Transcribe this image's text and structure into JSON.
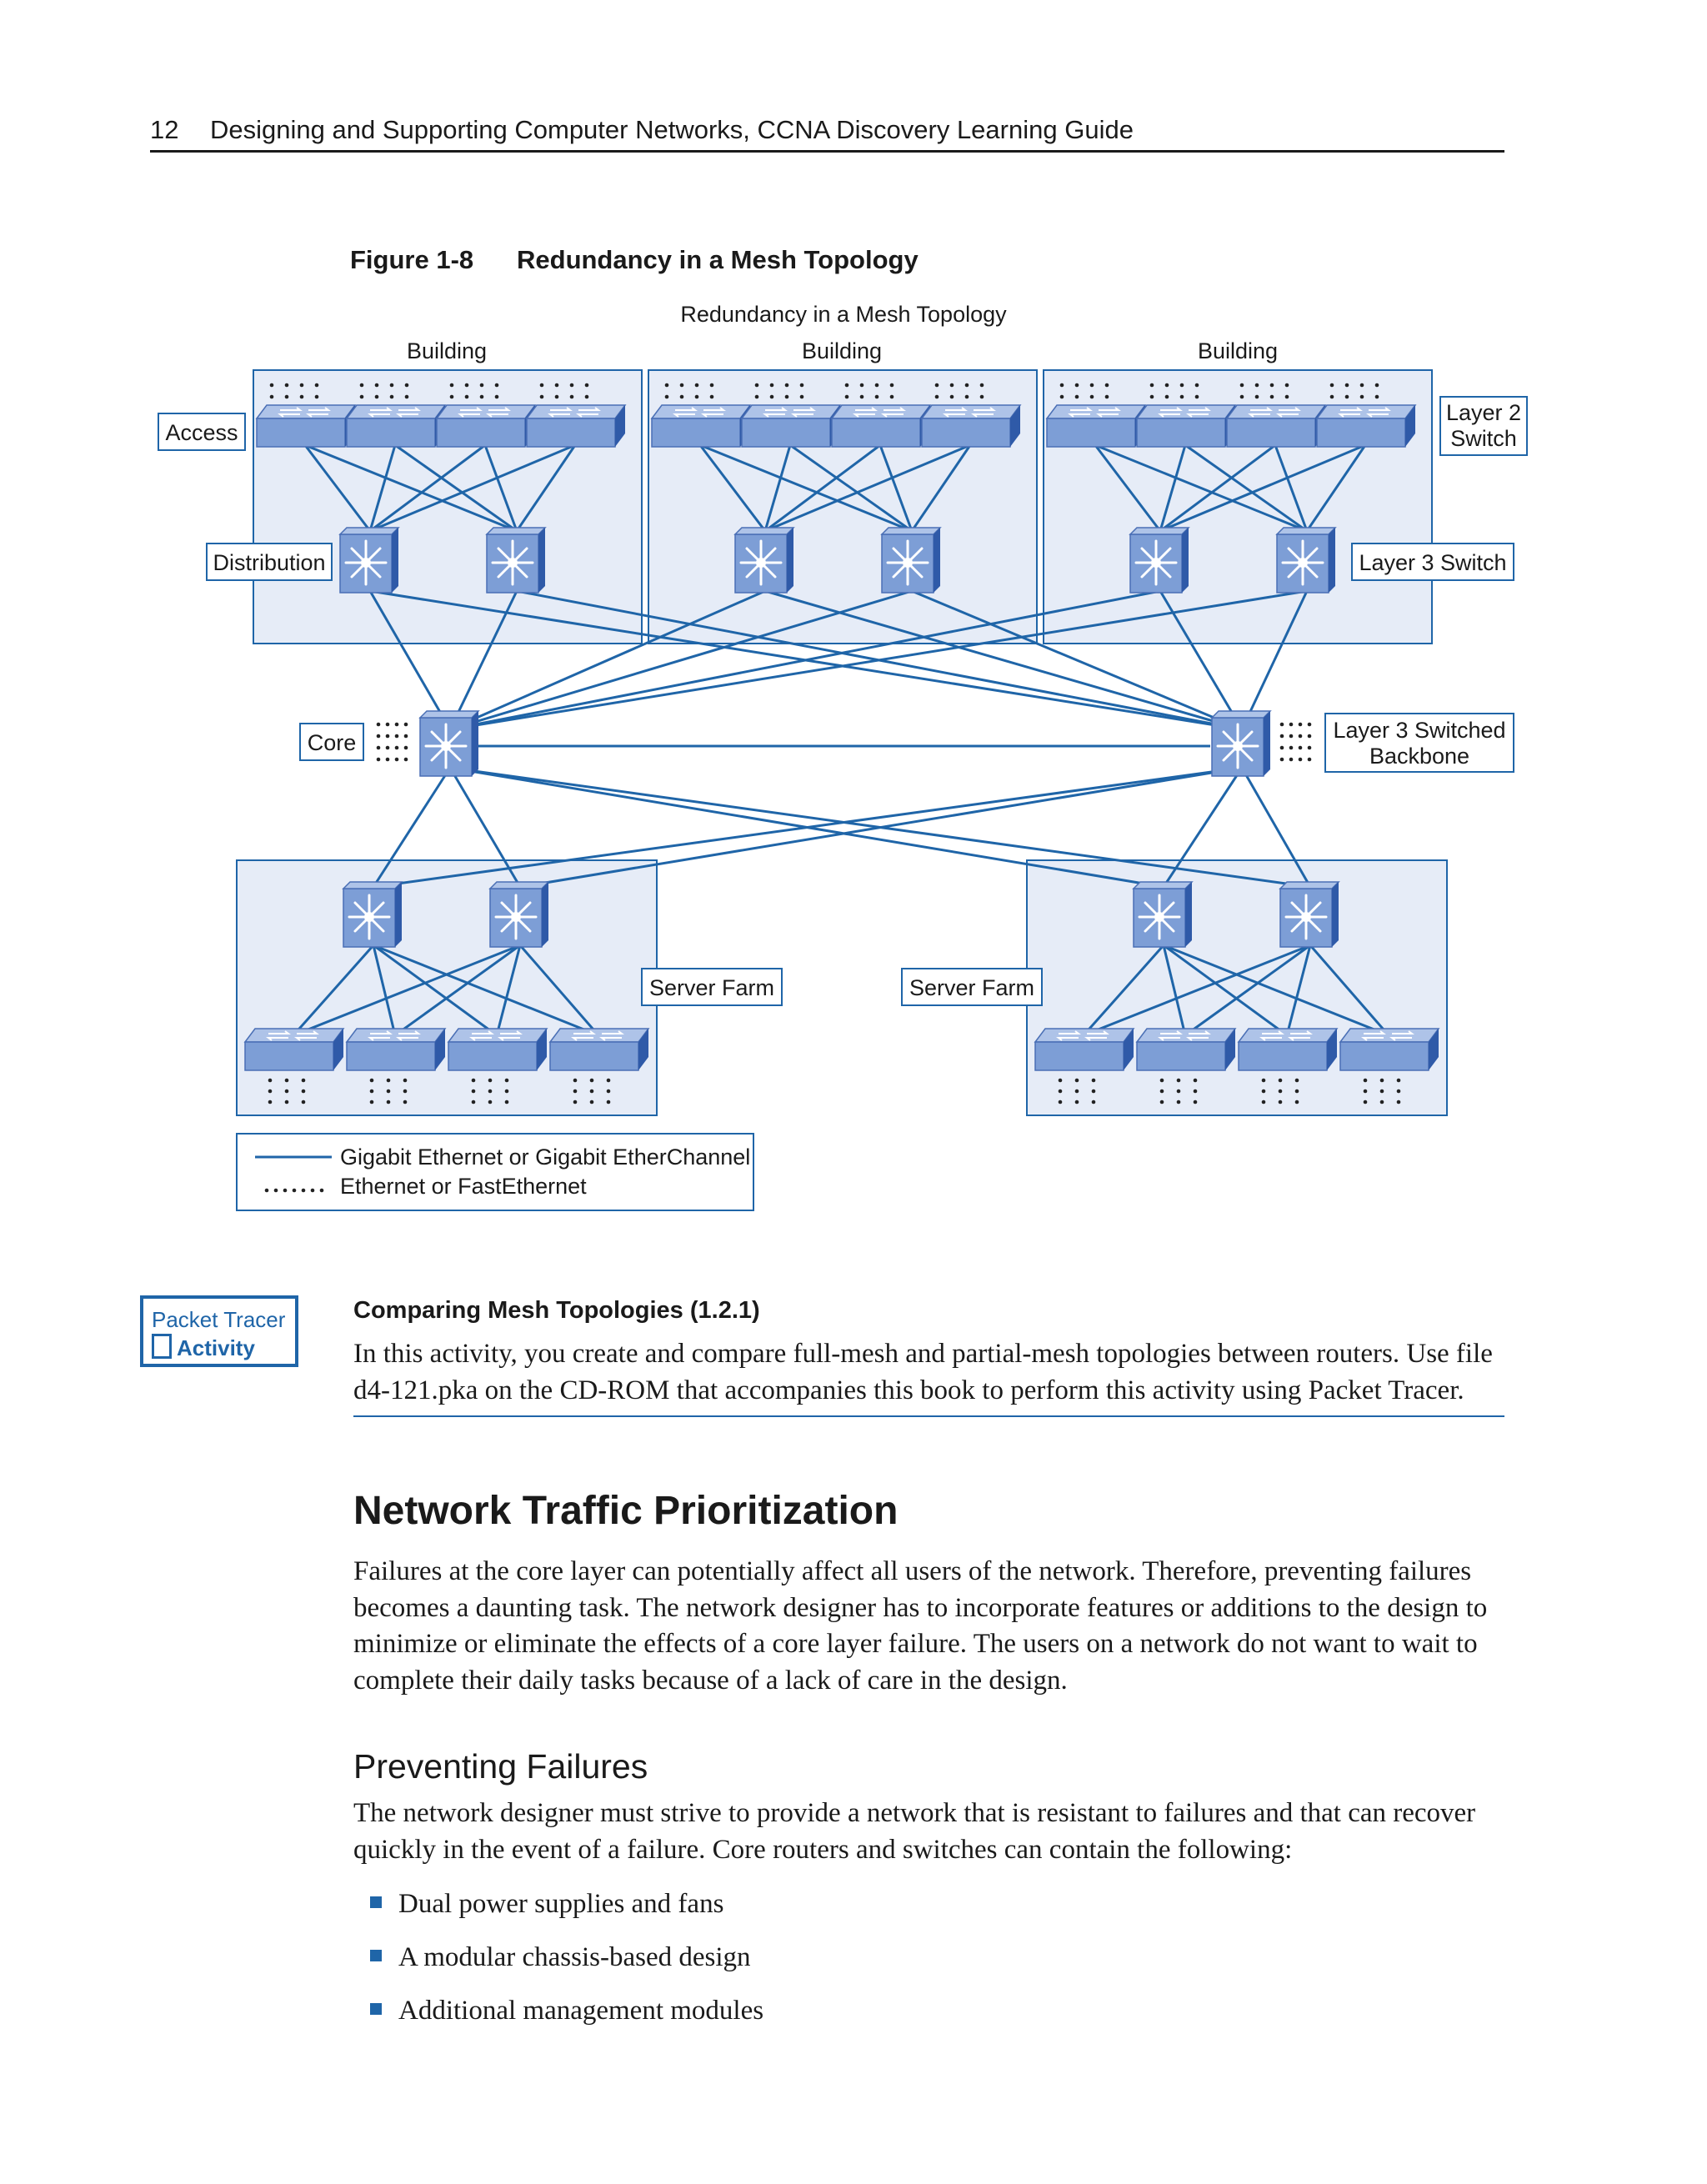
{
  "header": {
    "page_number": "12",
    "book_title": "Designing and Supporting Computer Networks, CCNA Discovery Learning Guide"
  },
  "figure": {
    "number": "Figure 1-8",
    "caption": "Redundancy in a Mesh Topology",
    "diagram_title": "Redundancy in a Mesh Topology",
    "building_labels": [
      "Building",
      "Building",
      "Building"
    ],
    "labels": {
      "access": "Access",
      "distribution": "Distribution",
      "core": "Core",
      "layer2_switch": "Layer 2 Switch",
      "layer3_switch": "Layer 3 Switch",
      "layer3_backbone_line1": "Layer 3 Switched",
      "layer3_backbone_line2": "Backbone",
      "server_farm_left": "Server Farm",
      "server_farm_right": "Server Farm"
    },
    "legend": {
      "solid": "Gigabit Ethernet or Gigabit EtherChannel",
      "dotted": "Ethernet or FastEthernet"
    },
    "colors": {
      "device": "#7d9ed6",
      "device_dark": "#4a6fb5",
      "link": "#1f65a8",
      "panel": "#e6ecf7"
    }
  },
  "activity": {
    "badge_line1": "Packet Tracer",
    "badge_line2": "Activity",
    "title": "Comparing Mesh Topologies (1.2.1)",
    "body": "In this activity, you create and compare full-mesh and partial-mesh topologies between routers. Use file d4-121.pka on the CD-ROM that accompanies this book to perform this activity using Packet Tracer."
  },
  "section": {
    "title": "Network Traffic Prioritization",
    "paragraph": "Failures at the core layer can potentially affect all users of the network. Therefore, preventing failures becomes a daunting task. The network designer has to incorporate features or additions to the design to minimize or eliminate the effects of a core layer failure. The users on a network do not want to wait to complete their daily tasks because of a lack of care in the design."
  },
  "subsection": {
    "title": "Preventing Failures",
    "paragraph": "The network designer must strive to provide a network that is resistant to failures and that can recover quickly in the event of a failure. Core routers and switches can contain the following:",
    "bullets": [
      "Dual power supplies and fans",
      "A modular chassis-based design",
      "Additional management modules"
    ]
  }
}
